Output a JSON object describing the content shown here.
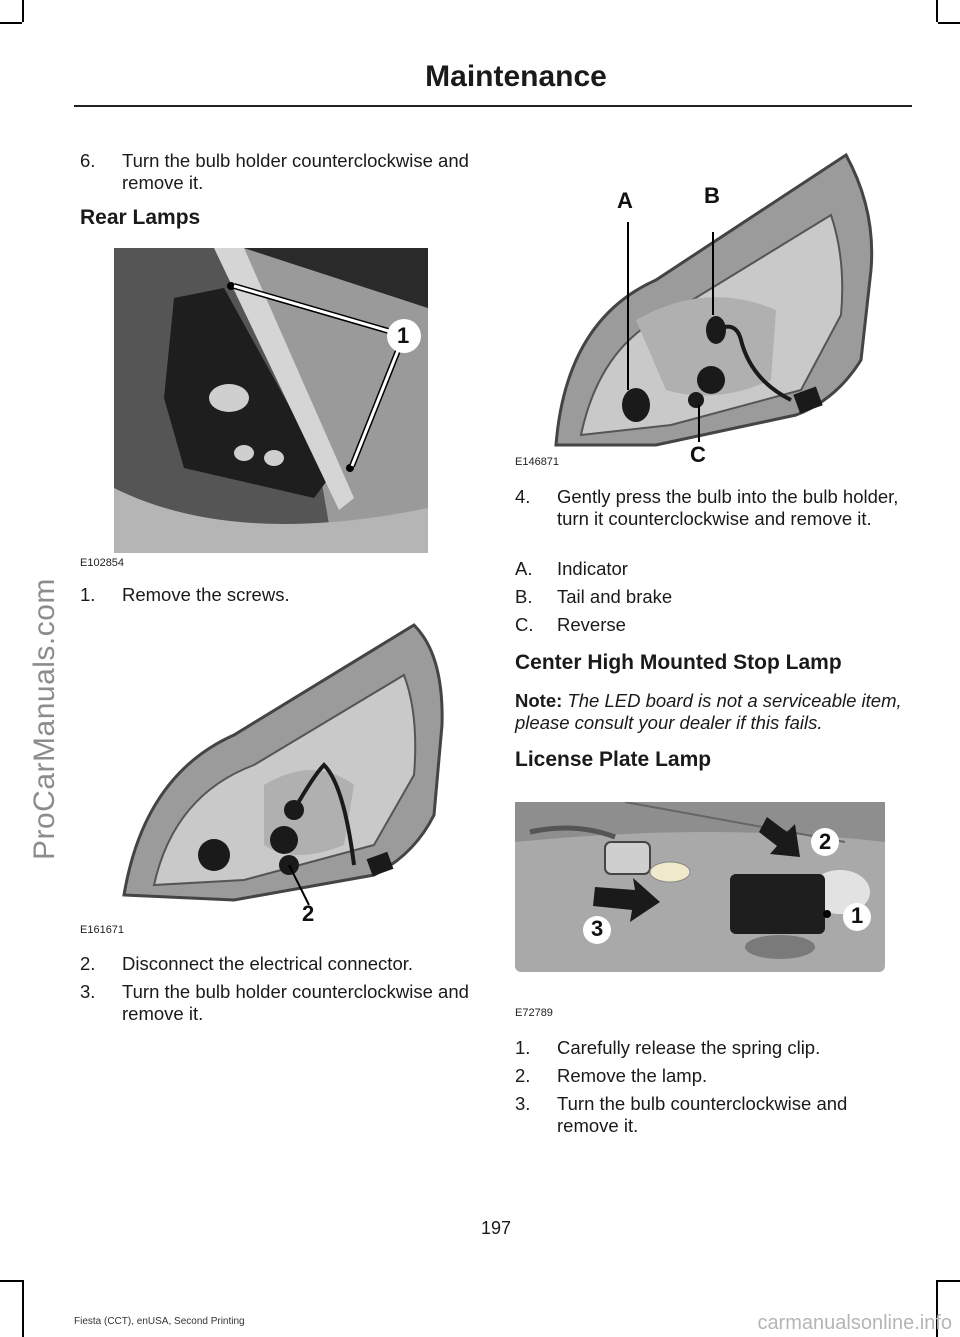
{
  "watermark_side": "ProCarManuals.com",
  "header": {
    "title": "Maintenance"
  },
  "left": {
    "step6": {
      "num": "6.",
      "text": "Turn the bulb holder counterclockwise and remove it."
    },
    "rear_heading": "Rear Lamps",
    "fig1": {
      "code": "E102854",
      "callout": "1"
    },
    "step1": {
      "num": "1.",
      "text": "Remove the screws."
    },
    "fig2": {
      "code": "E161671",
      "callout": "2"
    },
    "step2": {
      "num": "2.",
      "text": "Disconnect the electrical connector."
    },
    "step3": {
      "num": "3.",
      "text": "Turn the bulb holder counterclockwise and remove it."
    }
  },
  "right": {
    "fig3": {
      "code": "E146871",
      "callout_a": "A",
      "callout_b": "B",
      "callout_c": "C"
    },
    "step4": {
      "num": "4.",
      "text": "Gently press the bulb into the bulb holder, turn it counterclockwise and remove it."
    },
    "legend": [
      {
        "key": "A.",
        "label": "Indicator"
      },
      {
        "key": "B.",
        "label": "Tail and brake"
      },
      {
        "key": "C.",
        "label": "Reverse"
      }
    ],
    "chmsl_heading": "Center High Mounted Stop Lamp",
    "note_label": "Note:",
    "note_text": "The LED board is not a serviceable item, please consult your dealer if this fails.",
    "license_heading": "License Plate Lamp",
    "fig4": {
      "code": "E72789",
      "callout_1": "1",
      "callout_2": "2",
      "callout_3": "3"
    },
    "steps": [
      {
        "num": "1.",
        "text": "Carefully release the spring clip."
      },
      {
        "num": "2.",
        "text": "Remove the lamp."
      },
      {
        "num": "3.",
        "text": "Turn the bulb counterclockwise and remove it."
      }
    ]
  },
  "page_number": "197",
  "footer": "Fiesta (CCT), enUSA, Second Printing",
  "site_watermark": "carmanualsonline.info"
}
